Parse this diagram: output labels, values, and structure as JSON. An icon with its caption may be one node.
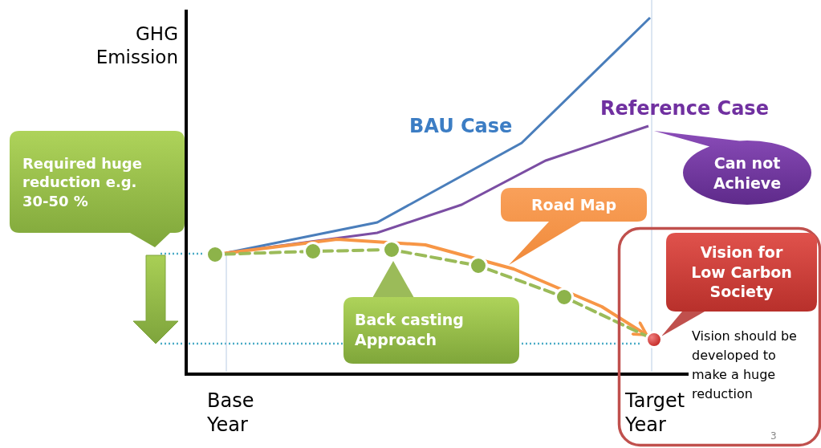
{
  "diagram": {
    "nodes": [
      {
        "text": [
          "Required huge reduction e.g. 30-50 %"
        ]
      },
      {
        "text": [
          "Can not Achieve"
        ]
      },
      {
        "text": [
          "Road Map"
        ]
      },
      {
        "text": [
          "Back casting Approach"
        ]
      },
      {
        "text": [
          "Vision should be developed to make a huge reduction"
        ]
      },
      {
        "text": [
          "Vision for Low Carbon Society"
        ],
        "in": 4
      },
      {
        "text": [],
        "shape": "circle",
        "in": 4
      },
      {
        "text": [],
        "shape": "circle"
      },
      {
        "text": [],
        "shape": "circle"
      },
      {
        "text": [],
        "shape": "circle"
      },
      {
        "text": [],
        "shape": "circle"
      },
      {
        "text": [],
        "shape": "circle"
      }
    ],
    "edges": [
      {
        "from": 7,
        "to": 6,
        "arrow": "to",
        "color": "#f79646"
      },
      {
        "from": 7,
        "to": 8,
        "arrow": "none",
        "style": "dashed",
        "color": "#9bbb59"
      },
      {
        "from": 8,
        "to": 9,
        "arrow": "none",
        "style": "dashed",
        "color": "#9bbb59"
      },
      {
        "from": 9,
        "to": 10,
        "arrow": "none",
        "style": "dashed",
        "color": "#9bbb59"
      },
      {
        "from": 10,
        "to": 11,
        "arrow": "none",
        "style": "dashed",
        "color": "#9bbb59"
      },
      {
        "from": 11,
        "to": 6,
        "arrow": "none",
        "style": "dashed",
        "color": "#9bbb59"
      }
    ],
    "labels": [
      "GHG Emission",
      "BAU Case",
      "Reference Case",
      "Base Year",
      "Target Year",
      "3"
    ]
  }
}
